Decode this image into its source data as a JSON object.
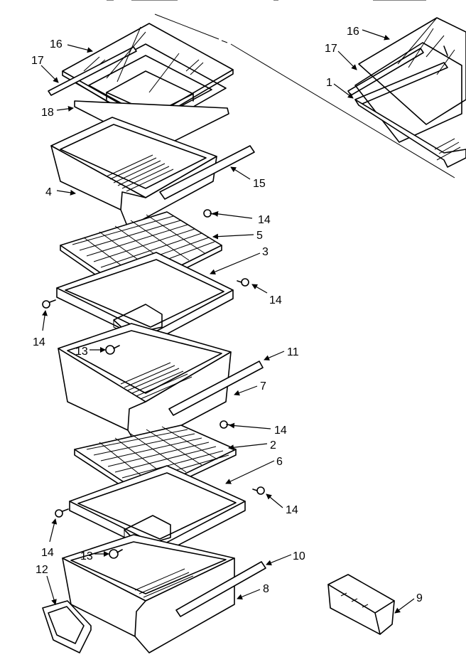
{
  "diagram": {
    "callouts": {
      "c1": "1",
      "c2": "2",
      "c3": "3",
      "c4": "4",
      "c5": "5",
      "c6": "6",
      "c7": "7",
      "c8": "8",
      "c9": "9",
      "c10": "10",
      "c11": "11",
      "c12": "12",
      "c13a": "13",
      "c13b": "13",
      "c14a": "14",
      "c14b": "14",
      "c14c": "14",
      "c14d": "14",
      "c14e": "14",
      "c14f": "14",
      "c15": "15",
      "c16a": "16",
      "c16b": "16",
      "c17a": "17",
      "c17b": "17",
      "c18": "18"
    }
  }
}
